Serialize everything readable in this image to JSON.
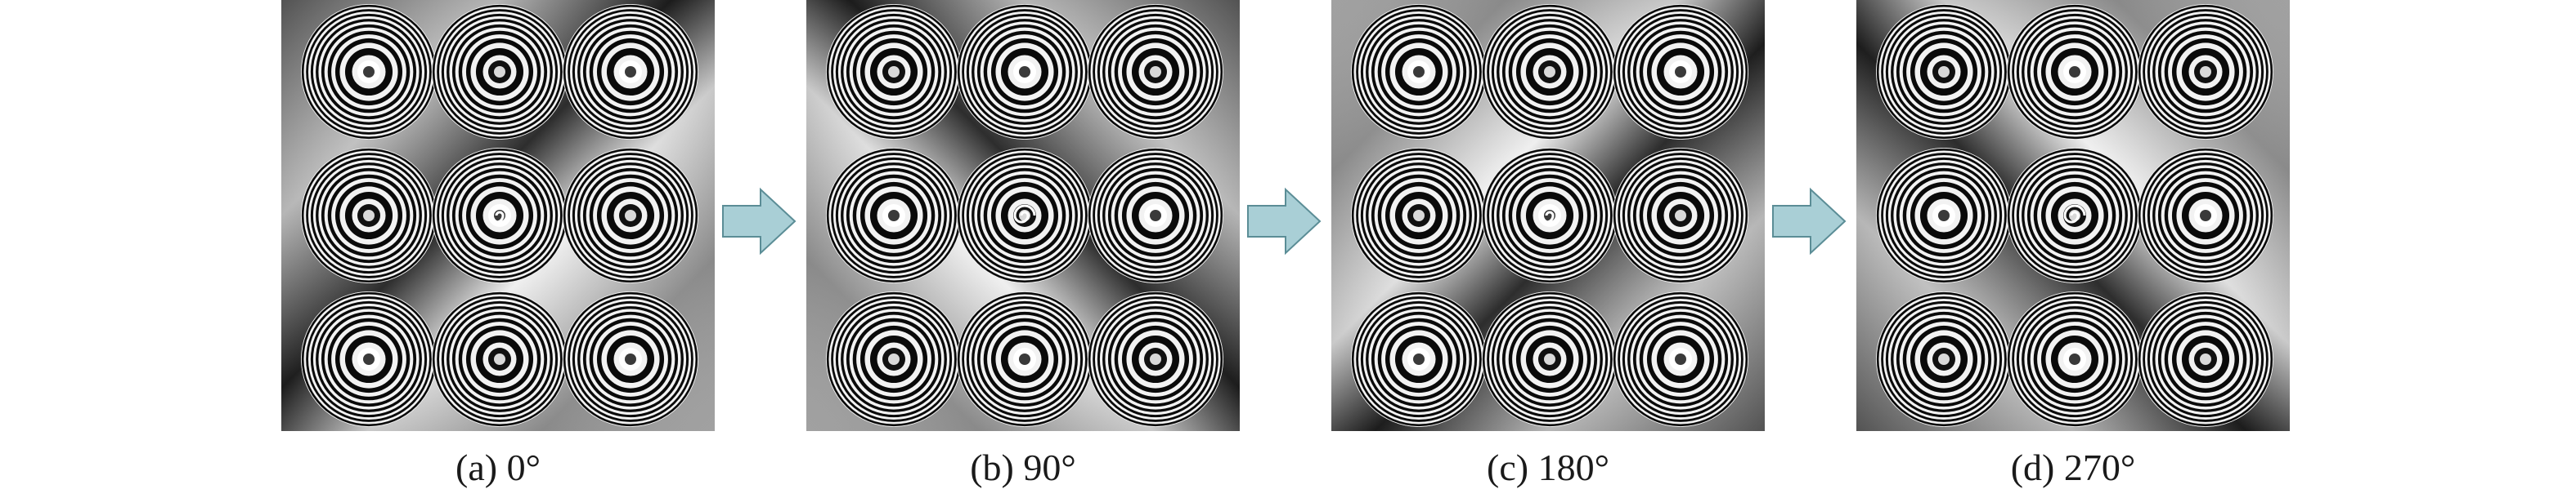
{
  "figure": {
    "panels": [
      {
        "id": "a",
        "caption": "(a) 0°",
        "background": {
          "angle": 0
        }
      },
      {
        "id": "b",
        "caption": "(b) 90°",
        "background": {
          "angle": 90
        }
      },
      {
        "id": "c",
        "caption": "(c) 180°",
        "background": {
          "angle": 180
        }
      },
      {
        "id": "d",
        "caption": "(d) 270°",
        "background": {
          "angle": 270
        }
      }
    ],
    "grid": {
      "rows": 3,
      "cols": 3
    },
    "colors": {
      "arrow_fill": "#a9cfd6",
      "arrow_stroke": "#5b8d96",
      "ring_dark": "#0a0a0a",
      "ring_light": "#f2f2f2",
      "caption_text": "#1a1a1a"
    }
  }
}
